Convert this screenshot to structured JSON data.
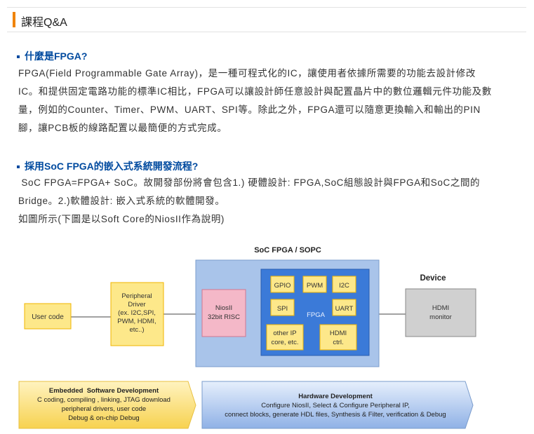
{
  "header": {
    "title": "課程Q&A"
  },
  "q1": {
    "question": "什麼是FPGA?",
    "lines": [
      "FPGA(Field Programmable Gate Array)，是一種可程式化的IC，讓使用者依據所需要的功能去設計修改",
      "IC。和提供固定電路功能的標準IC相比，FPGA可以讓設計師任意設計與配置晶片中的數位邏輯元件功能及數",
      "量，例如的Counter、Timer、PWM、UART、SPI等。除此之外，FPGA還可以隨意更換輸入和輸出的PIN",
      "腳，讓PCB板的線路配置以最簡便的方式完成。"
    ]
  },
  "q2": {
    "question": "採用SoC FPGA的嵌入式系統開發流程?",
    "lines": [
      " SoC FPGA=FPGA+ SoC。故開發部份將會包含1.) 硬體設計: FPGA,SoC組態設計與FPGA和SoC之間的",
      "Bridge。2.)軟體設計: 嵌入式系統的軟體開發。",
      "如圖所示(下圖是以Soft Core的NiosII作為說明)"
    ]
  },
  "diagram": {
    "top_title": "SoC FPGA / SOPC",
    "device_title": "Device",
    "user_code": "User code",
    "driver": [
      "Peripheral",
      "Driver",
      "(ex. I2C,SPI,",
      "PWM, HDMI,",
      "etc..)"
    ],
    "nios": [
      "NiosII",
      "32bit RISC"
    ],
    "fpga_label": "FPGA",
    "ip_blocks": {
      "gpio": "GPIO",
      "pwm": "PWM",
      "i2c": "I2C",
      "spi": "SPI",
      "uart": "UART",
      "other": [
        "other IP",
        "core, etc."
      ],
      "hdmi_ctrl": [
        "HDMI",
        "ctrl."
      ]
    },
    "hdmi_monitor": [
      "HDMI",
      "monitor"
    ],
    "sw_banner": {
      "title": "Embedded  Software Development",
      "lines": [
        "C  coding, compiling , linking, JTAG download",
        "peripheral drivers, user code",
        "Debug & on-chip Debug"
      ]
    },
    "hw_banner": {
      "title": "Hardware Development",
      "lines": [
        "Configure NiosII, Select & Configure Peripheral IP,",
        "connect blocks, generate HDL files, Synthesis & Filter, verification & Debug"
      ]
    },
    "colors": {
      "accent": "#f08300",
      "link": "#004a9f",
      "soc_bg": "#a9c4ea",
      "fpga_bg": "#3b7ad8",
      "ip_bg": "#fde88a"
    }
  }
}
